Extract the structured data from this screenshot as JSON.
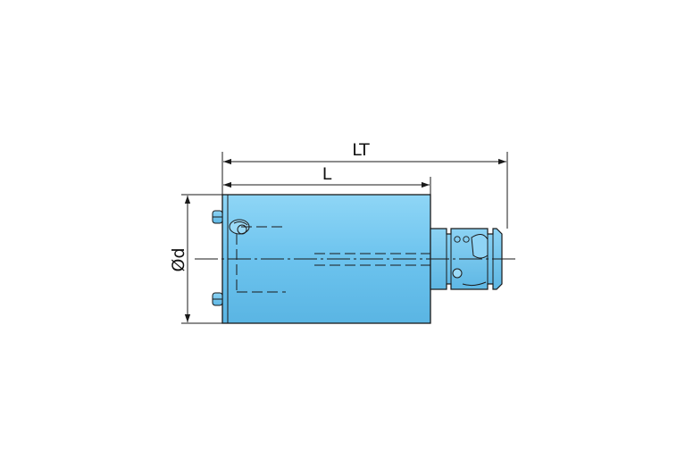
{
  "dimensions": {
    "overall_length_label": "LT",
    "length_label": "L",
    "diameter_label": "Ød"
  },
  "colors": {
    "body_light": "#8fd3f4",
    "body_dark": "#5db8e6",
    "outline": "#1a1a1a",
    "background": "#ffffff"
  }
}
